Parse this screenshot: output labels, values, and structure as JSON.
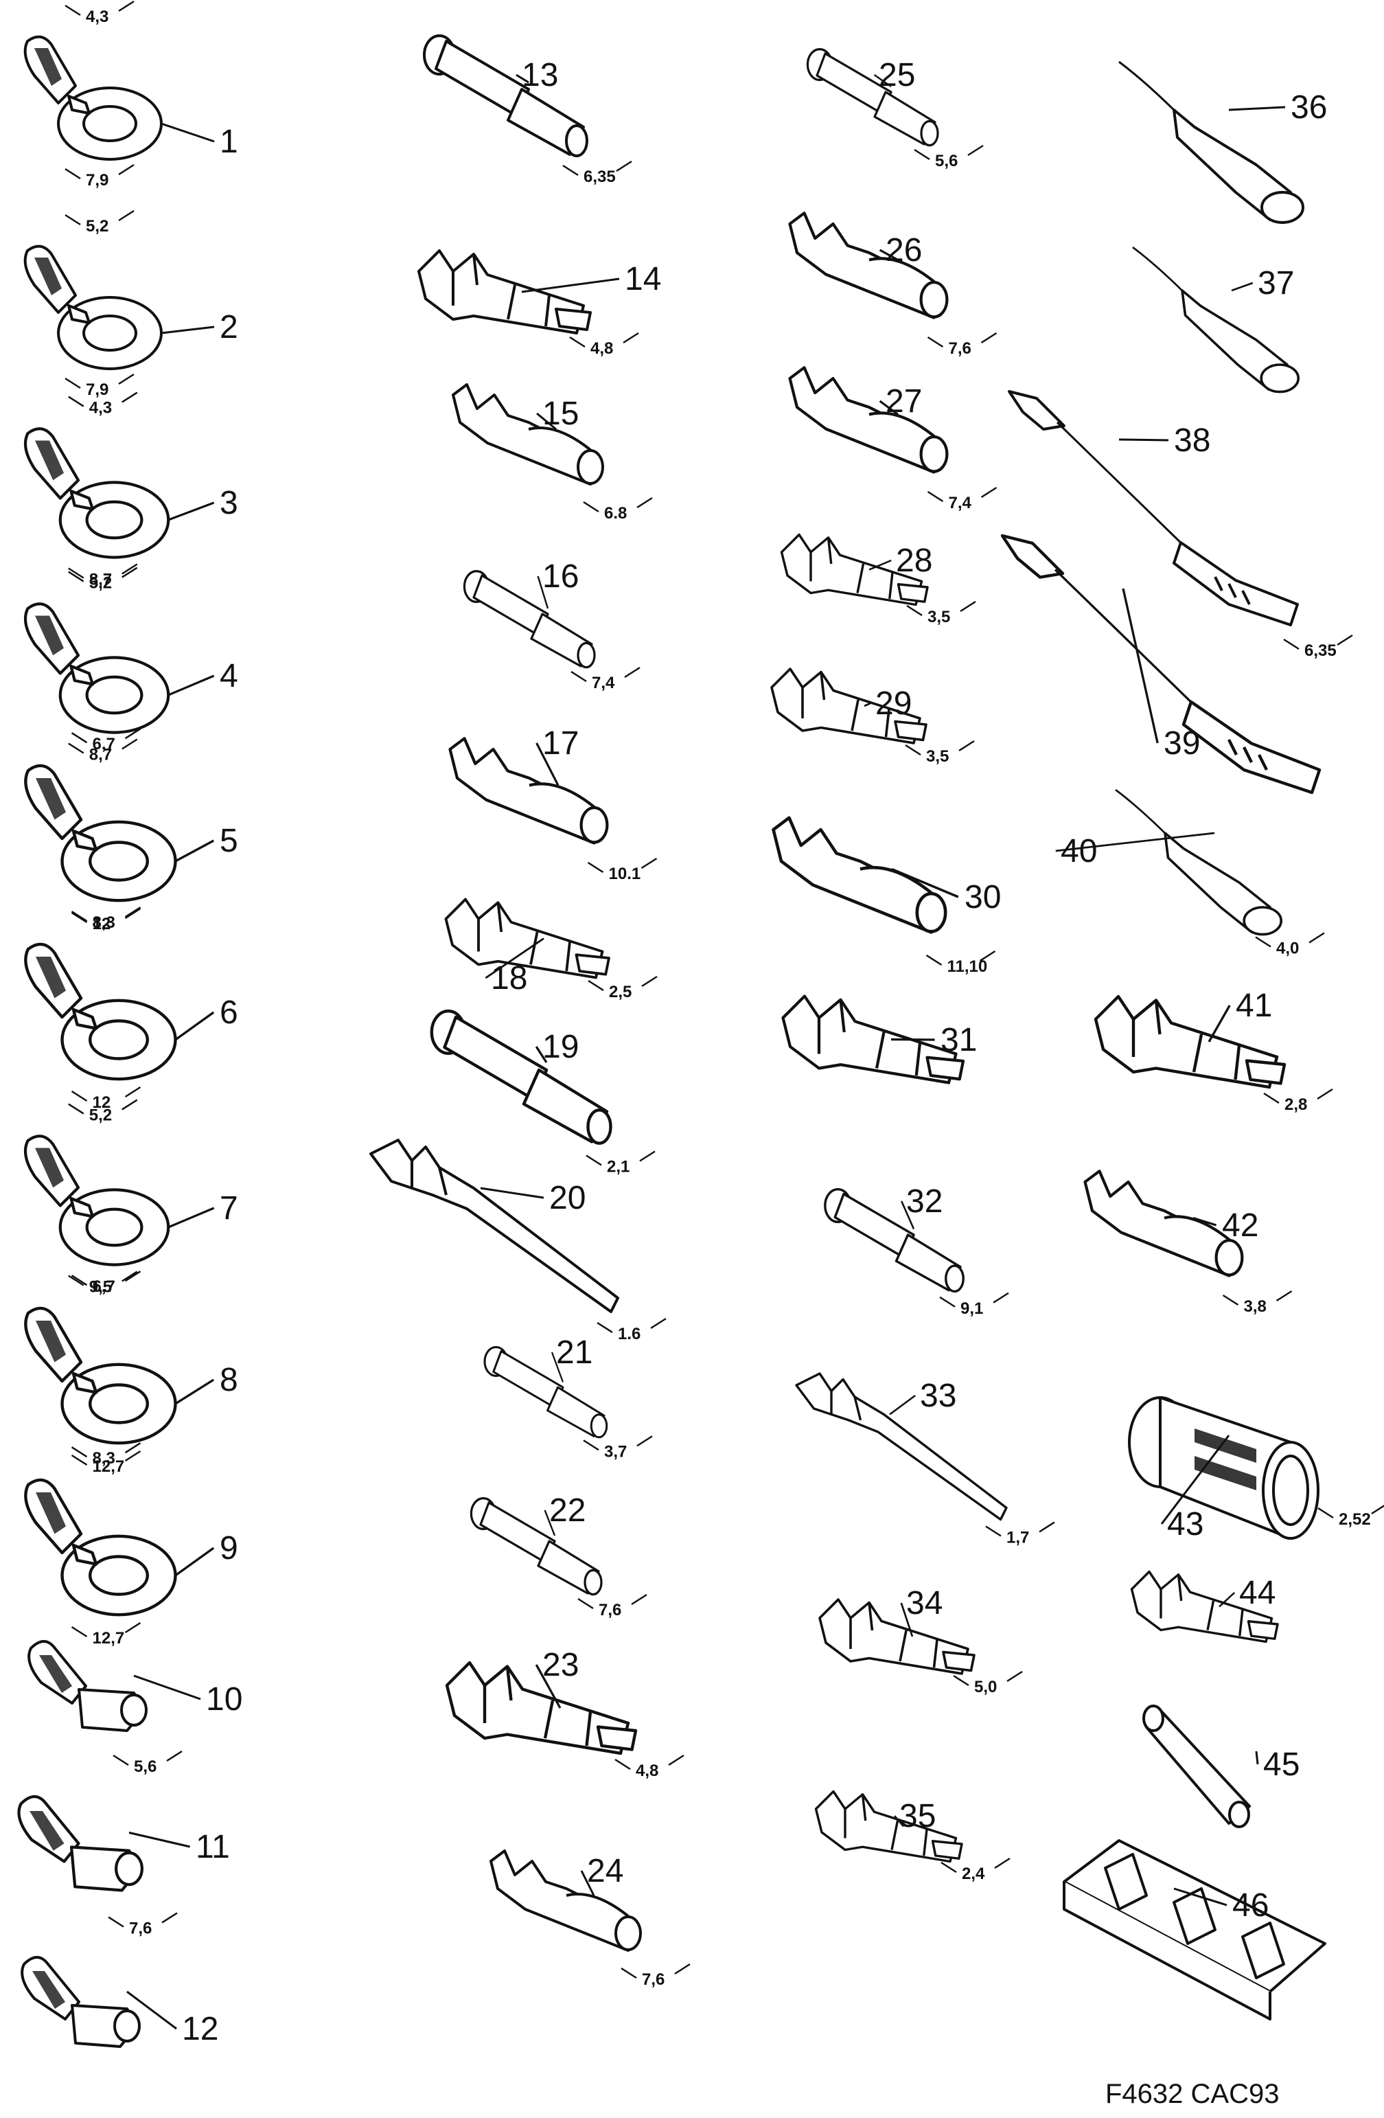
{
  "figure_code": "F4632 CAC93",
  "terminals": [
    {
      "id": "1",
      "label": "1",
      "dims": [
        "4,3",
        "7,9"
      ]
    },
    {
      "id": "2",
      "label": "2",
      "dims": [
        "5,2",
        "7,9"
      ]
    },
    {
      "id": "3",
      "label": "3",
      "dims": [
        "4,3",
        "8,7"
      ]
    },
    {
      "id": "4",
      "label": "4",
      "dims": [
        "5,2",
        "8,7"
      ]
    },
    {
      "id": "5",
      "label": "5",
      "dims": [
        "6,7",
        "12"
      ]
    },
    {
      "id": "6",
      "label": "6",
      "dims": [
        "8,3",
        "12"
      ]
    },
    {
      "id": "7",
      "label": "7",
      "dims": [
        "5,2",
        "9,5"
      ]
    },
    {
      "id": "8",
      "label": "8",
      "dims": [
        "6,7",
        "12,7"
      ]
    },
    {
      "id": "9",
      "label": "9",
      "dims": [
        "8,3",
        "12,7"
      ]
    },
    {
      "id": "10",
      "label": "10",
      "dims": [
        "5,6"
      ]
    },
    {
      "id": "11",
      "label": "11",
      "dims": [
        "7,6"
      ]
    },
    {
      "id": "12",
      "label": "12",
      "dims": []
    },
    {
      "id": "13",
      "label": "13",
      "dims": [
        "6,35"
      ]
    },
    {
      "id": "14",
      "label": "14",
      "dims": [
        "4,8"
      ]
    },
    {
      "id": "15",
      "label": "15",
      "dims": [
        "6.8"
      ]
    },
    {
      "id": "16",
      "label": "16",
      "dims": [
        "7,4"
      ]
    },
    {
      "id": "17",
      "label": "17",
      "dims": [
        "10.1"
      ]
    },
    {
      "id": "18",
      "label": "18",
      "dims": [
        "2,5"
      ]
    },
    {
      "id": "19",
      "label": "19",
      "dims": [
        "2,1"
      ]
    },
    {
      "id": "20",
      "label": "20",
      "dims": [
        "1.6"
      ]
    },
    {
      "id": "21",
      "label": "21",
      "dims": [
        "3,7"
      ]
    },
    {
      "id": "22",
      "label": "22",
      "dims": [
        "7,6"
      ]
    },
    {
      "id": "23",
      "label": "23",
      "dims": [
        "4,8"
      ]
    },
    {
      "id": "24",
      "label": "24",
      "dims": [
        "7,6"
      ]
    },
    {
      "id": "25",
      "label": "25",
      "dims": [
        "5,6"
      ]
    },
    {
      "id": "26",
      "label": "26",
      "dims": [
        "7,6"
      ]
    },
    {
      "id": "27",
      "label": "27",
      "dims": [
        "7,4"
      ]
    },
    {
      "id": "28",
      "label": "28",
      "dims": [
        "3,5"
      ]
    },
    {
      "id": "29",
      "label": "29",
      "dims": [
        "3,5"
      ]
    },
    {
      "id": "30",
      "label": "30",
      "dims": [
        "11,10"
      ]
    },
    {
      "id": "31",
      "label": "31",
      "dims": []
    },
    {
      "id": "32",
      "label": "32",
      "dims": [
        "9,1"
      ]
    },
    {
      "id": "33",
      "label": "33",
      "dims": [
        "1,7"
      ]
    },
    {
      "id": "34",
      "label": "34",
      "dims": [
        "5,0"
      ]
    },
    {
      "id": "35",
      "label": "35",
      "dims": [
        "2,4"
      ]
    },
    {
      "id": "36",
      "label": "36",
      "dims": []
    },
    {
      "id": "37",
      "label": "37",
      "dims": []
    },
    {
      "id": "38",
      "label": "38",
      "dims": [
        "6,35"
      ]
    },
    {
      "id": "39",
      "label": "39",
      "dims": []
    },
    {
      "id": "40",
      "label": "40",
      "dims": [
        "4,0"
      ]
    },
    {
      "id": "41",
      "label": "41",
      "dims": [
        "2,8"
      ]
    },
    {
      "id": "42",
      "label": "42",
      "dims": [
        "3,8"
      ]
    },
    {
      "id": "43",
      "label": "43",
      "dims": [
        "2,52"
      ]
    },
    {
      "id": "44",
      "label": "44",
      "dims": []
    },
    {
      "id": "45",
      "label": "45",
      "dims": []
    },
    {
      "id": "46",
      "label": "46",
      "dims": []
    }
  ]
}
